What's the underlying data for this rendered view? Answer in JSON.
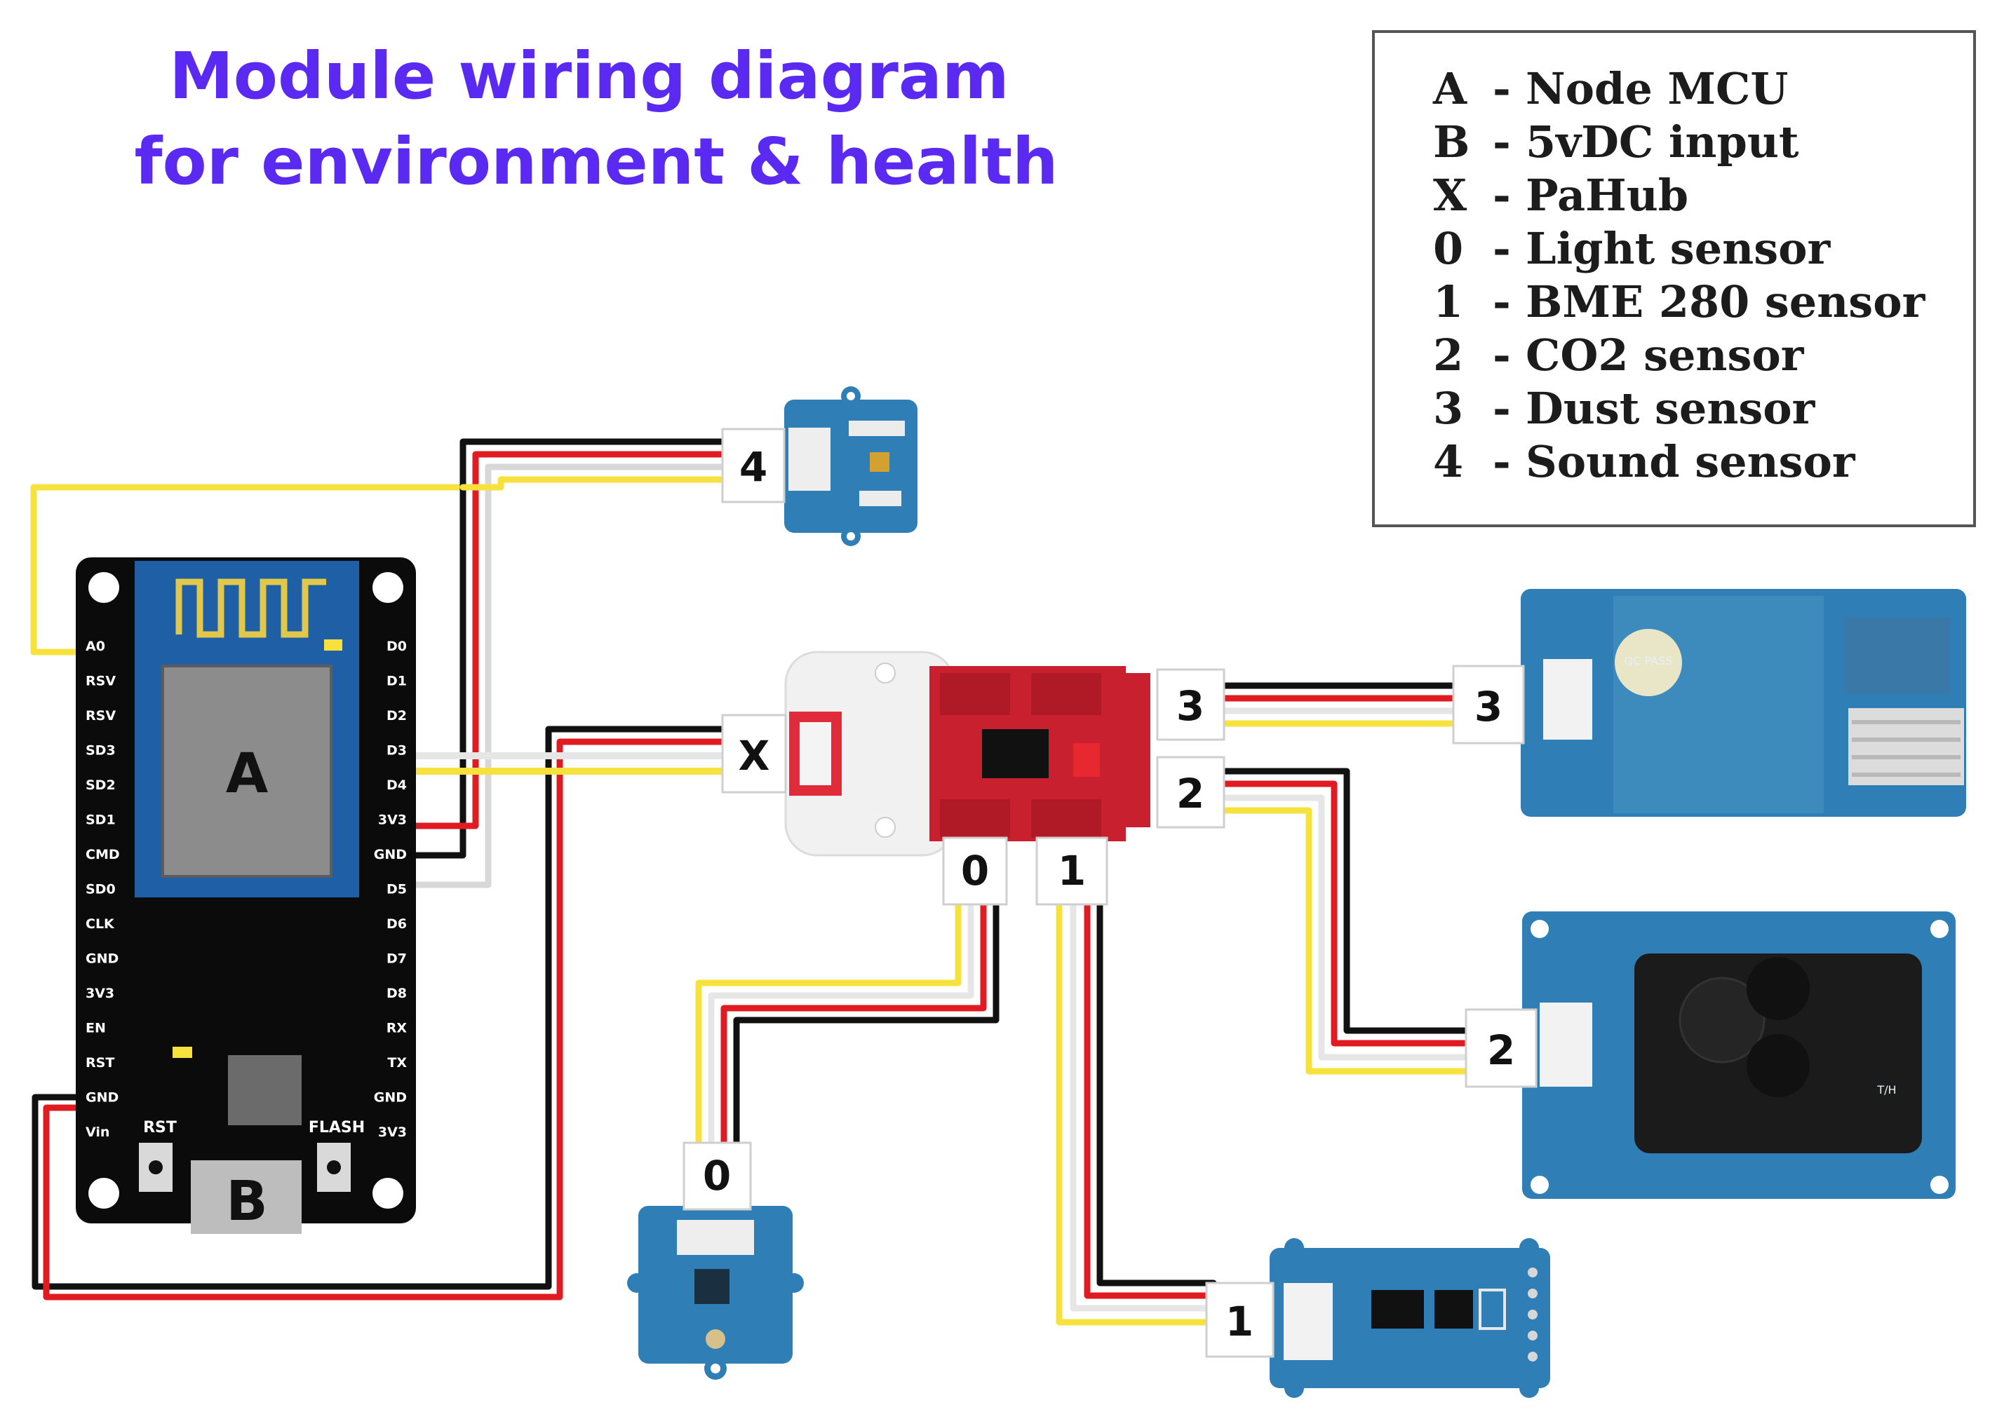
{
  "title": {
    "line1": "Module wiring diagram",
    "line2": "for environment & health"
  },
  "legend": [
    {
      "key": "A",
      "sep": "-",
      "label": "Node MCU"
    },
    {
      "key": "B",
      "sep": "-",
      "label": "5vDC input"
    },
    {
      "key": "X",
      "sep": "-",
      "label": "PaHub"
    },
    {
      "key": "0",
      "sep": "-",
      "label": "Light sensor"
    },
    {
      "key": "1",
      "sep": "-",
      "label": "BME 280 sensor"
    },
    {
      "key": "2",
      "sep": "-",
      "label": "CO2 sensor"
    },
    {
      "key": "3",
      "sep": "-",
      "label": "Dust sensor"
    },
    {
      "key": "4",
      "sep": "-",
      "label": "Sound sensor"
    }
  ],
  "nodemcu": {
    "label_a": "A",
    "label_b": "B",
    "left_pins": [
      "A0",
      "RSV",
      "RSV",
      "SD3",
      "SD2",
      "SD1",
      "CMD",
      "SD0",
      "CLK",
      "GND",
      "3V3",
      "EN",
      "RST",
      "GND",
      "Vin"
    ],
    "right_pins": [
      "D0",
      "D1",
      "D2",
      "D3",
      "D4",
      "3V3",
      "GND",
      "D5",
      "D6",
      "D7",
      "D8",
      "RX",
      "TX",
      "GND",
      "3V3"
    ],
    "buttons": {
      "rst": "RST",
      "flash": "FLASH"
    }
  },
  "connectors": {
    "x": "X",
    "hub_0": "0",
    "hub_1": "1",
    "hub_2": "2",
    "hub_3": "3",
    "sensor_0": "0",
    "sensor_1": "1",
    "sensor_2": "2",
    "sensor_3": "3",
    "sensor_4": "4"
  },
  "markings": {
    "dust_sensor": "QC PASS",
    "co2_sensor": "T/H"
  },
  "colors": {
    "title": "#5a2af2",
    "wire_black": "#111111",
    "wire_red": "#e11b22",
    "wire_white": "#f4f4f4",
    "wire_yellow": "#f6e13d",
    "grove_blue": "#2f7fb6",
    "pahub_red": "#c8202f",
    "board_black": "#0b0b0b"
  }
}
